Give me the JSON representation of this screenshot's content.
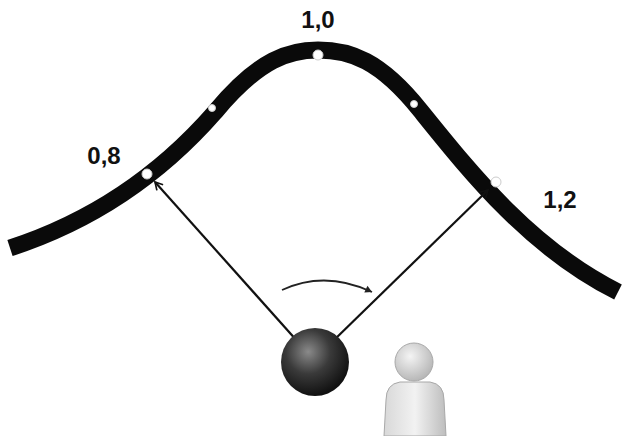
{
  "diagram": {
    "labels": [
      "0,8",
      "1,0",
      "1,2"
    ]
  }
}
